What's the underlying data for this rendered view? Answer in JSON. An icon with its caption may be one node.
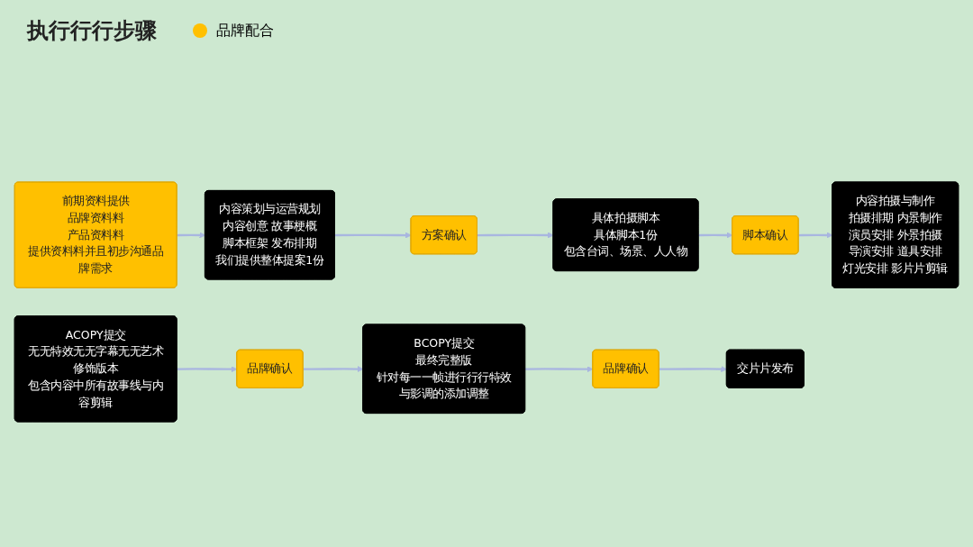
{
  "diagram": {
    "title": "执行行行步骤",
    "nodes": [
      {
        "text": [
          "前期资料提供",
          "品牌资料料",
          "产品资料料",
          "提供资料料并且初步沟通品牌需求"
        ]
      },
      {
        "text": [
          "内容策划与运营规划",
          "内容创意 故事梗概",
          "脚本框架 发布排期",
          "我们提供整体提案1份"
        ]
      },
      {
        "text": [
          "方案确认"
        ]
      },
      {
        "text": [
          "脚本确认"
        ]
      },
      {
        "text": [
          "具体拍摄脚本",
          "具体脚本1份",
          "包含台词、场景、人人物"
        ]
      },
      {
        "text": [
          "内容拍摄与制作",
          "拍摄排期 内景制作",
          "演员安排 外景拍摄",
          "导演安排 道具安排",
          "灯光安排 影片片剪辑"
        ]
      },
      {
        "text": [
          "ACOPY提交",
          "无无特效无无字幕无无艺术修饰版本",
          "包含内容中所有故事线与内容剪辑"
        ]
      },
      {
        "text": [
          "品牌确认"
        ]
      },
      {
        "text": [
          "BCOPY提交",
          "最终完整版",
          "针对每一一帧进行行行特效与影调的添加调整"
        ]
      },
      {
        "text": [
          "品牌确认"
        ]
      },
      {
        "text": [
          "交片片发布"
        ]
      }
    ],
    "edges": [
      {
        "from": 0,
        "to": 1,
        "arrow": "to"
      },
      {
        "from": 1,
        "to": 2,
        "arrow": "to"
      },
      {
        "from": 2,
        "to": 4,
        "arrow": "to"
      },
      {
        "from": 4,
        "to": 3,
        "arrow": "to"
      },
      {
        "from": 3,
        "to": 5,
        "arrow": "to"
      },
      {
        "from": 6,
        "to": 7,
        "arrow": "to"
      },
      {
        "from": 7,
        "to": 8,
        "arrow": "to"
      },
      {
        "from": 8,
        "to": 9,
        "arrow": "to"
      },
      {
        "from": 9,
        "to": 10,
        "arrow": "to"
      }
    ],
    "legend": [
      {
        "text": "品牌配合",
        "color": "#ffc000"
      }
    ]
  }
}
